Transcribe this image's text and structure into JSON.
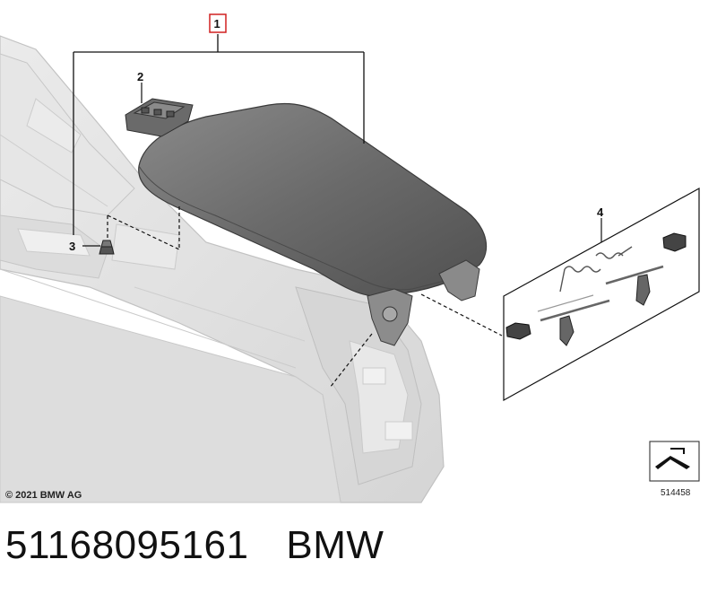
{
  "diagram": {
    "callouts": [
      {
        "id": "1",
        "boxed": true
      },
      {
        "id": "2",
        "boxed": false
      },
      {
        "id": "3",
        "boxed": false
      },
      {
        "id": "4",
        "boxed": false
      }
    ],
    "copyright": "© 2021 BMW AG",
    "reference_number": "514458",
    "colors": {
      "armrest": "#6e6e6e",
      "console": "#dcdcdc",
      "callout_box": "#d02020",
      "lines": "#111111"
    }
  },
  "caption": {
    "part_number": "51168095161",
    "brand": "BMW"
  }
}
